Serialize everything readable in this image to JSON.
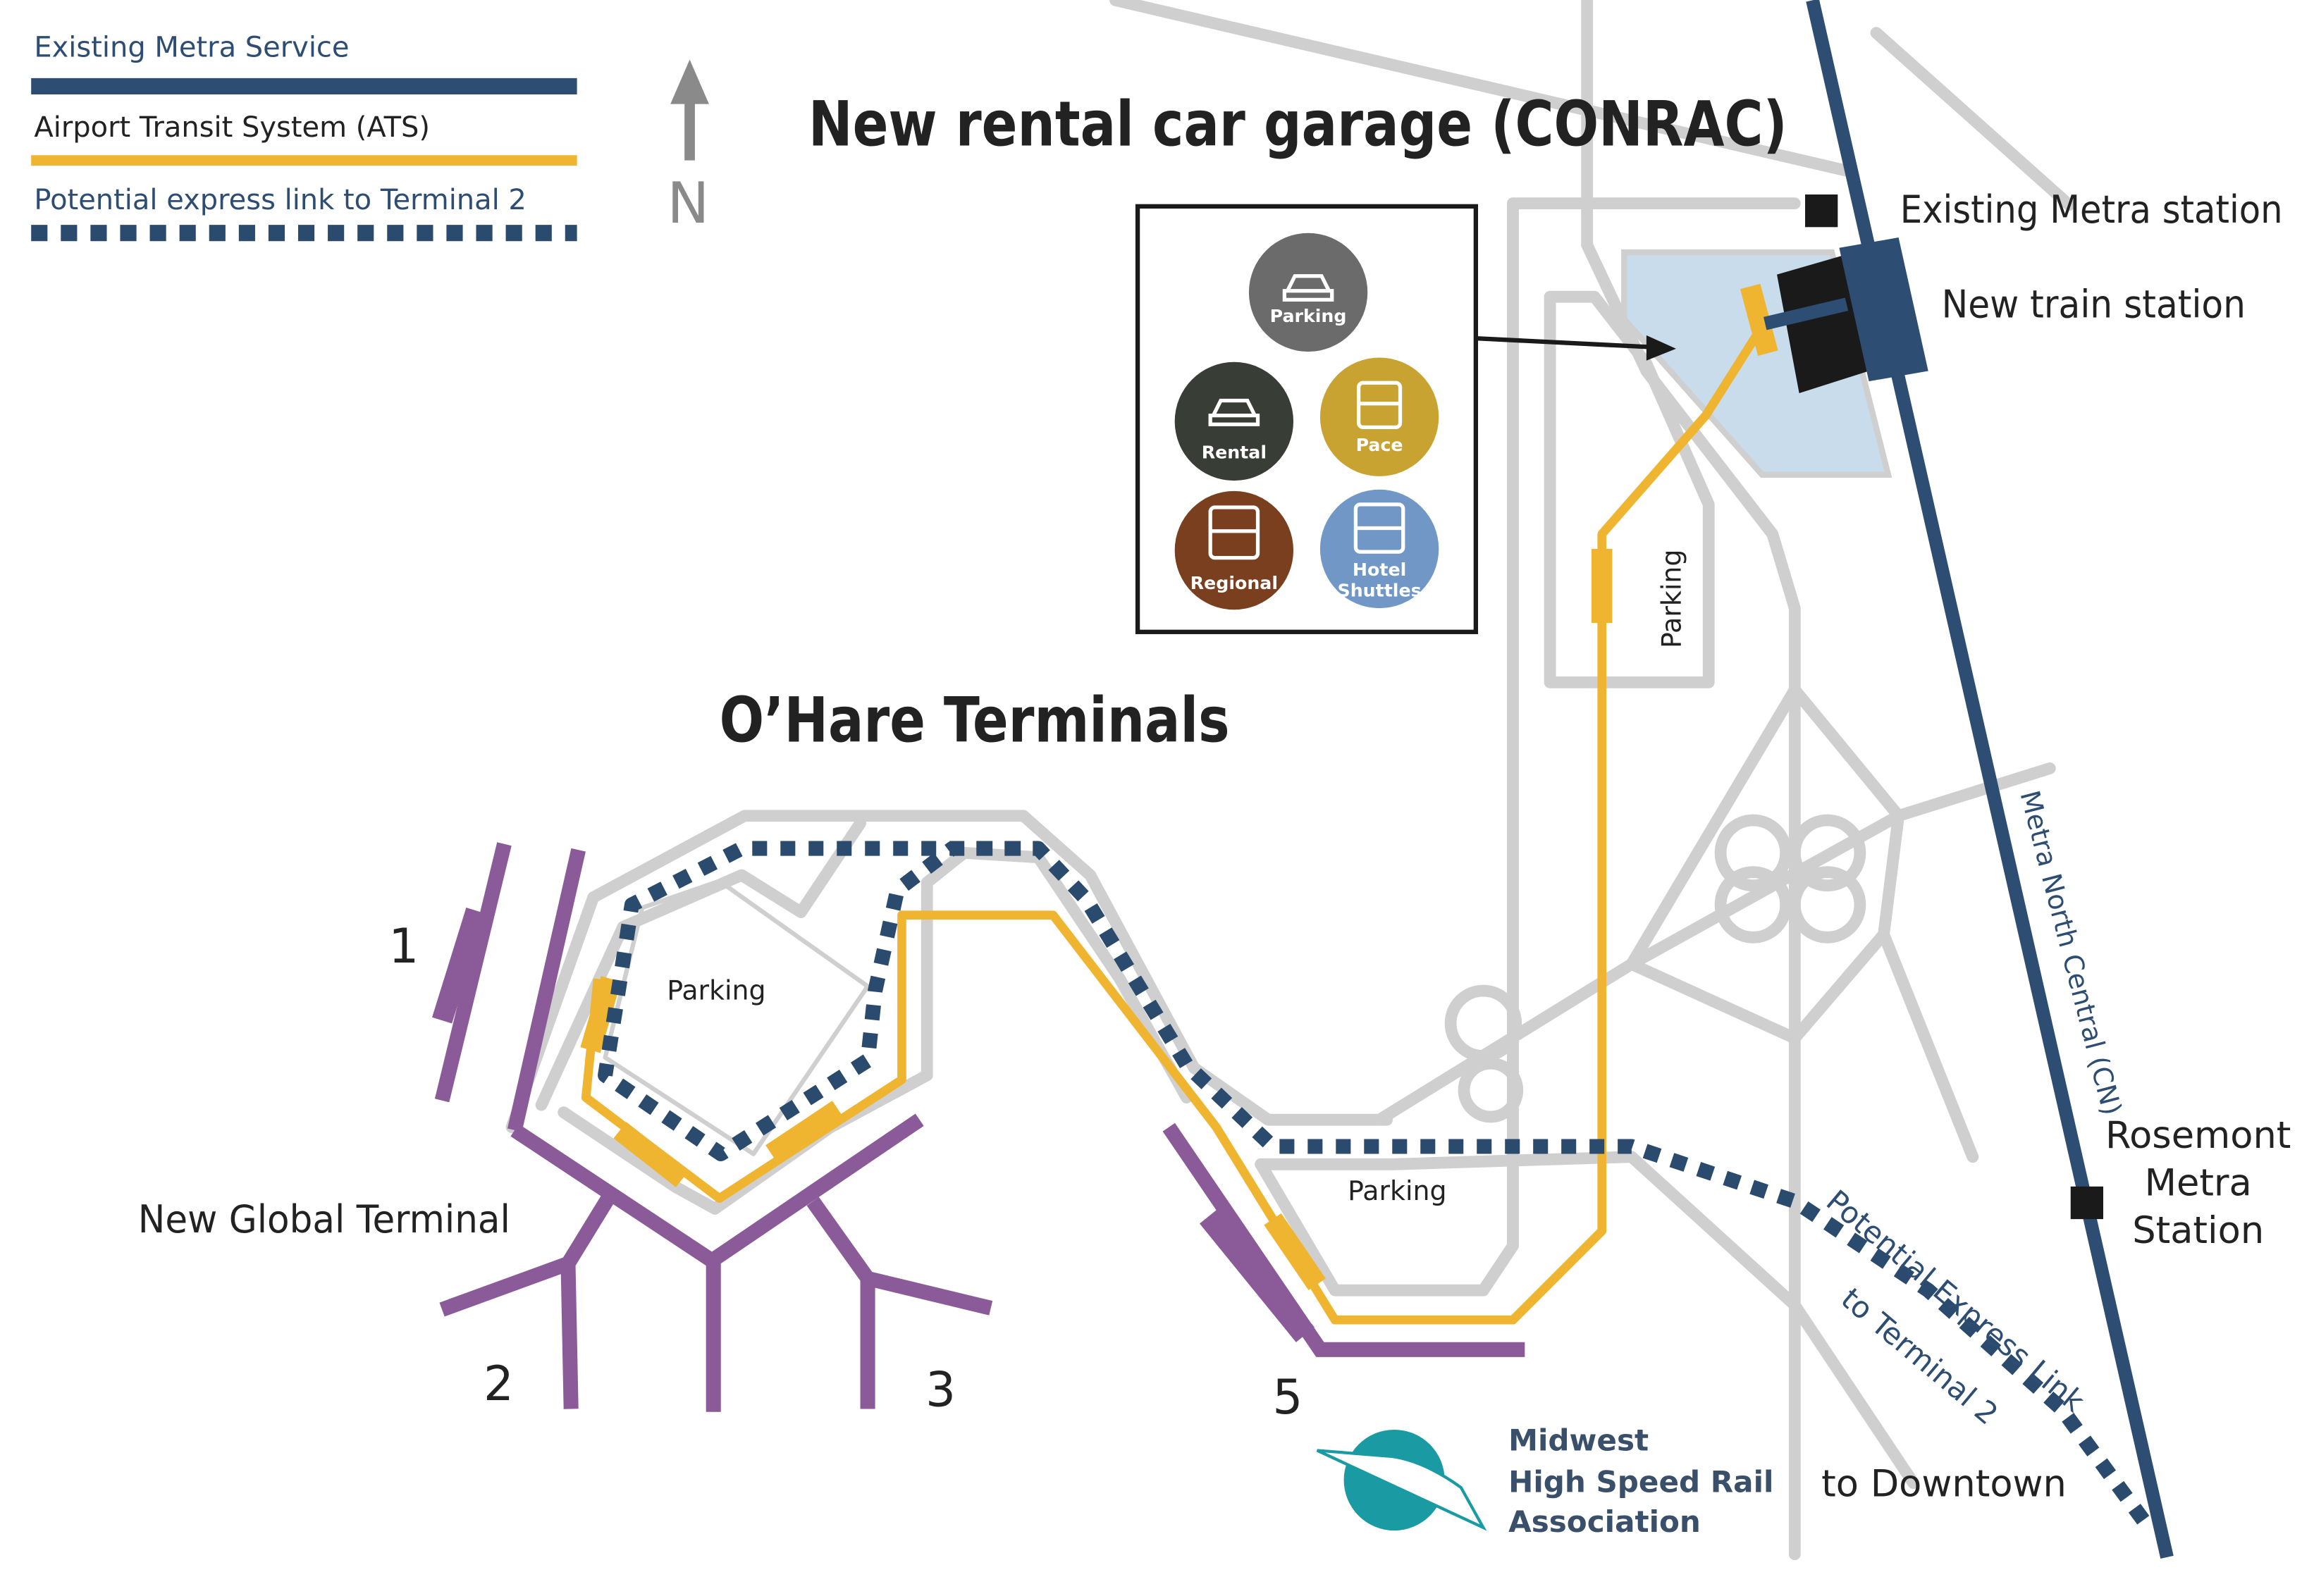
{
  "legend": {
    "metra_label": "Existing Metra Service",
    "ats_label": "Airport Transit System (ATS)",
    "express_label": "Potential express link to Terminal 2"
  },
  "compass": {
    "label": "N"
  },
  "titles": {
    "conrac": "New rental car garage (CONRAC)",
    "terminals": "O’Hare Terminals"
  },
  "conrac_box": {
    "parking": "Parking",
    "rental": "Rental",
    "pace": "Pace",
    "regional": "Regional",
    "hotel_line1": "Hotel",
    "hotel_line2": "Shuttles"
  },
  "labels": {
    "existing_metra_station": "Existing Metra station",
    "new_train_station": "New train station",
    "parking_vertical": "Parking",
    "parking_hex": "Parking",
    "parking_t5": "Parking",
    "metra_north_central": "Metra North Central (CN)",
    "rosemont_1": "Rosemont",
    "rosemont_2": "Metra",
    "rosemont_3": "Station",
    "express_link_1": "Potential Express Link",
    "express_link_2": "to Terminal 2",
    "to_downtown": "to Downtown",
    "new_global_terminal": "New Global Terminal",
    "terminal_1": "1",
    "terminal_2": "2",
    "terminal_3": "3",
    "terminal_5": "5"
  },
  "logo": {
    "line1": "Midwest",
    "line2": "High Speed Rail",
    "line3": "Association"
  },
  "colors": {
    "metra": "#2E4D73",
    "ats": "#F0B530",
    "express": "#2A4A6E",
    "roads": "#CFCFCF",
    "terminals": "#8B5A98",
    "conrac_fill": "#C8DCEB",
    "parking_circle": "#6B6B6B",
    "rental_circle": "#383E36",
    "pace_circle": "#C9A332",
    "regional_circle": "#7A3F1E",
    "hotel_circle": "#7197C7",
    "logo_teal": "#1A9BA3"
  }
}
